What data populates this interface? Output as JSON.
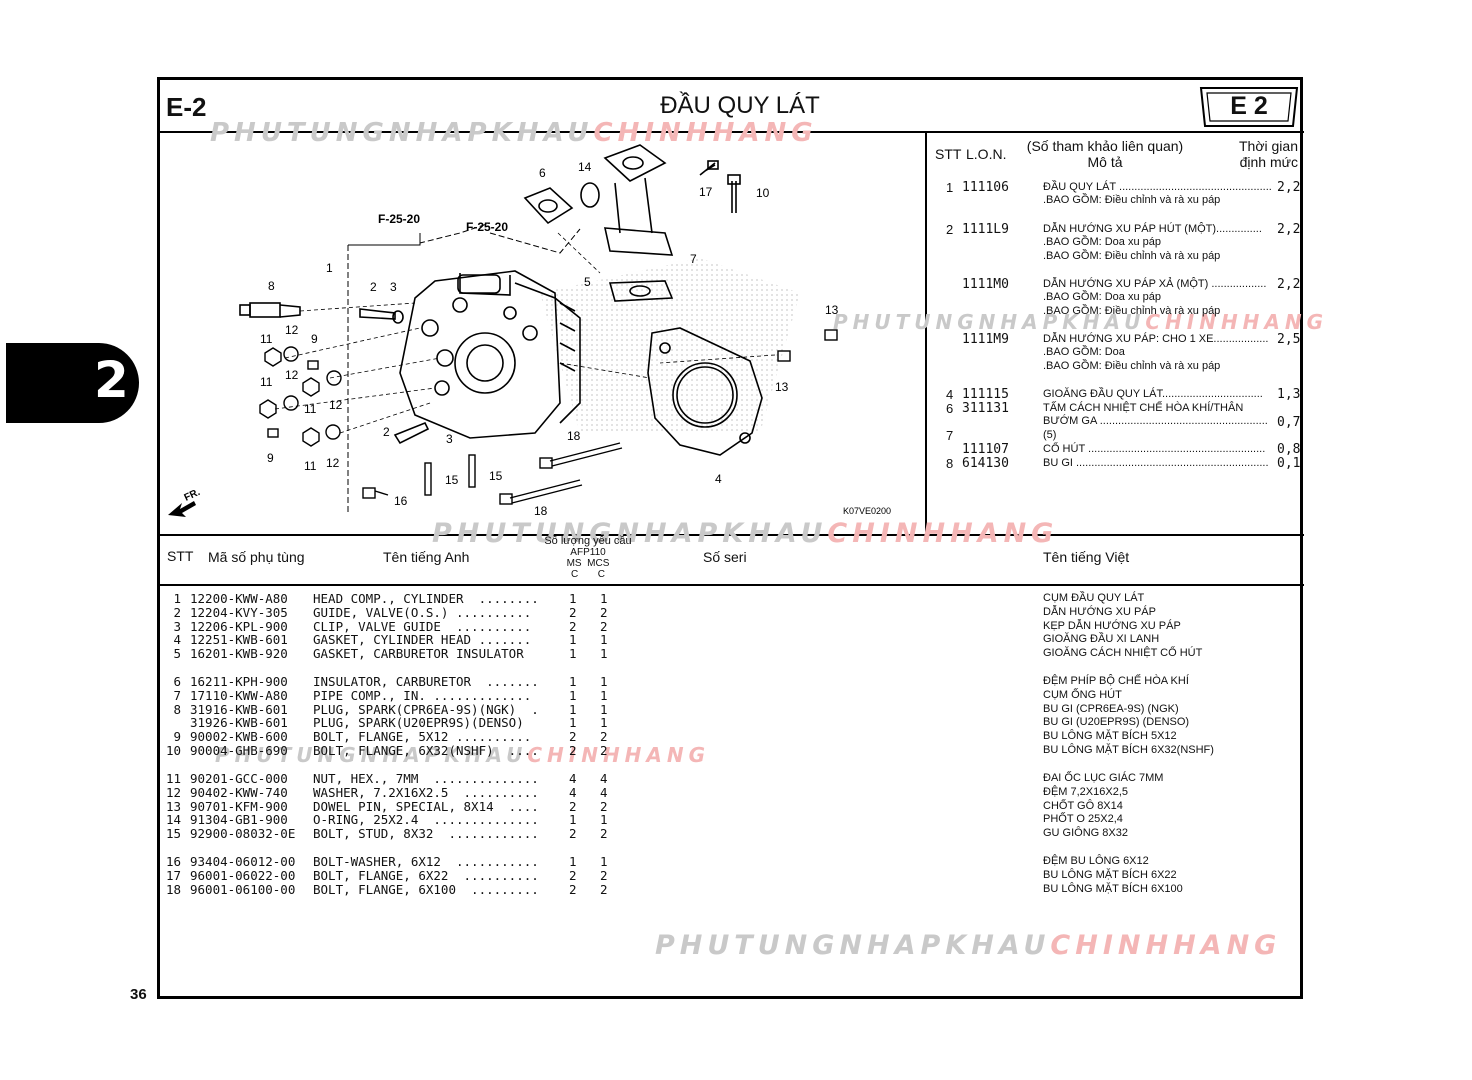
{
  "page": {
    "code": "E-2",
    "title": "ĐẦU QUY LÁT",
    "badge": "E 2",
    "section_tab": "2",
    "page_number": "36",
    "diagram_code": "K07VE0200",
    "watermark": {
      "part1": "PHUTUNGNHAPKHAU",
      "part2": "CHINHHANG"
    }
  },
  "diagram": {
    "refs": [
      "F-25-20",
      "F-25-20"
    ],
    "fr_label": "FR.",
    "callouts": [
      "1",
      "2",
      "3",
      "2",
      "3",
      "4",
      "5",
      "6",
      "7",
      "8",
      "9",
      "9",
      "10",
      "11",
      "11",
      "11",
      "11",
      "12",
      "12",
      "12",
      "12",
      "13",
      "13",
      "14",
      "15",
      "15",
      "16",
      "17",
      "18",
      "18"
    ]
  },
  "lon_table": {
    "headers": {
      "stt": "STT",
      "lon": "L.O.N.",
      "desc1": "(Số tham khảo liên quan)",
      "desc2": "Mô tả",
      "time1": "Thời gian",
      "time2": "định mức"
    },
    "rows": [
      {
        "stt": "1",
        "lon": "111106",
        "lines": [
          "ĐẦU QUY LÁT ..................................................",
          ".BAO GỒM: Điều chỉnh và rà xu páp"
        ],
        "time": "2,2"
      },
      {
        "stt": "2",
        "lon": "1111L9",
        "lines": [
          "DẪN HƯỚNG XU PÁP HÚT (MỘT)...............",
          ".BAO GỒM: Doa xu páp",
          ".BAO GỒM: Điều chỉnh và rà xu páp"
        ],
        "time": "2,2"
      },
      {
        "stt": "",
        "lon": "1111M0",
        "lines": [
          "DẪN HƯỚNG XU PÁP XẢ (MỘT) ..................",
          ".BAO GỒM: Doa  xu páp",
          ".BAO GỒM: Điều chỉnh và rà xu páp"
        ],
        "time": "2,2"
      },
      {
        "stt": "",
        "lon": "1111M9",
        "lines": [
          "DẪN HƯỚNG XU PÁP: CHO 1 XE..................",
          ".BAO GỒM: Doa",
          ".BAO GỒM: Điều chỉnh và rà xu páp"
        ],
        "time": "2,5"
      },
      {
        "stt": "4",
        "lon": "111115",
        "lines": [
          "GIOĂNG ĐẦU QUY LÁT................................."
        ],
        "time": "1,3"
      },
      {
        "stt": "6",
        "lon": "311131",
        "lines": [
          "TẤM CÁCH NHIỆT CHẾ HÒA KHÍ/THÂN",
          "BƯỚM GA  ......................................................."
        ],
        "time": "0,7"
      },
      {
        "stt": "7",
        "lon": "",
        "lines": [
          "(5)"
        ],
        "time": ""
      },
      {
        "stt": "",
        "lon": "111107",
        "lines": [
          "CỔ HÚT .........................................................."
        ],
        "time": "0,8"
      },
      {
        "stt": "8",
        "lon": "614130",
        "lines": [
          "BU GI ..............................................................."
        ],
        "time": "0,1"
      }
    ]
  },
  "parts_table": {
    "headers": {
      "stt": "STT",
      "part_no": "Mã số phụ tùng",
      "name_en": "Tên tiếng Anh",
      "qty_title": "Số lượng yêu cầu",
      "model": "AFP110",
      "ms": "MS",
      "mcs": "MCS",
      "c1": "C",
      "c2": "C",
      "serial": "Số seri",
      "name_vi": "Tên tiếng Việt"
    },
    "groups": [
      [
        {
          "stt": " 1",
          "part": "12200-KWW-A80",
          "en": "HEAD COMP., CYLINDER  ........",
          "ms": "1",
          "mcs": "1",
          "vi": "CỤM ĐẦU QUY LÁT"
        },
        {
          "stt": " 2",
          "part": "12204-KVY-305",
          "en": "GUIDE, VALVE(O.S.) ..........",
          "ms": "2",
          "mcs": "2",
          "vi": "DẪN HƯỚNG XU PÁP"
        },
        {
          "stt": " 3",
          "part": "12206-KPL-900",
          "en": "CLIP, VALVE GUIDE  ..........",
          "ms": "2",
          "mcs": "2",
          "vi": "KẸP DẪN HƯỚNG XU PÁP"
        },
        {
          "stt": " 4",
          "part": "12251-KWB-601",
          "en": "GASKET, CYLINDER HEAD .......",
          "ms": "1",
          "mcs": "1",
          "vi": "GIOĂNG ĐẦU XI LANH"
        },
        {
          "stt": " 5",
          "part": "16201-KWB-920",
          "en": "GASKET, CARBURETOR INSULATOR",
          "ms": "1",
          "mcs": "1",
          "vi": "GIOĂNG CÁCH NHIỆT CỔ HÚT"
        }
      ],
      [
        {
          "stt": " 6",
          "part": "16211-KPH-900",
          "en": "INSULATOR, CARBURETOR  .......",
          "ms": "1",
          "mcs": "1",
          "vi": "ĐỆM PHÍP BỘ CHẾ HÒA KHÍ"
        },
        {
          "stt": " 7",
          "part": "17110-KWW-A80",
          "en": "PIPE COMP., IN. .............",
          "ms": "1",
          "mcs": "1",
          "vi": "CỤM ỐNG HÚT"
        },
        {
          "stt": " 8",
          "part": "31916-KWB-601",
          "en": "PLUG, SPARK(CPR6EA-9S)(NGK)  .",
          "ms": "1",
          "mcs": "1",
          "vi": "BU GI (CPR6EA-9S) (NGK)"
        },
        {
          "stt": "  ",
          "part": "31926-KWB-601",
          "en": "PLUG, SPARK(U20EPR9S)(DENSO)",
          "ms": "1",
          "mcs": "1",
          "vi": "BU GI (U20EPR9S) (DENSO)"
        },
        {
          "stt": " 9",
          "part": "90002-KWB-600",
          "en": "BOLT, FLANGE, 5X12 ..........",
          "ms": "2",
          "mcs": "2",
          "vi": "BU LÔNG MẶT BÍCH 5X12"
        },
        {
          "stt": "10",
          "part": "90004-GHB-690",
          "en": "BOLT, FLANGE, 6X32(NSHF)  ....",
          "ms": "2",
          "mcs": "2",
          "vi": "BU LÔNG MẶT BÍCH 6X32(NSHF)"
        }
      ],
      [
        {
          "stt": "11",
          "part": "90201-GCC-000",
          "en": "NUT, HEX., 7MM  ..............",
          "ms": "4",
          "mcs": "4",
          "vi": "ĐAI ỐC LỤC GIÁC 7MM"
        },
        {
          "stt": "12",
          "part": "90402-KWW-740",
          "en": "WASHER, 7.2X16X2.5  ..........",
          "ms": "4",
          "mcs": "4",
          "vi": "ĐỆM 7,2X16X2,5"
        },
        {
          "stt": "13",
          "part": "90701-KFM-900",
          "en": "DOWEL PIN, SPECIAL, 8X14  ....",
          "ms": "2",
          "mcs": "2",
          "vi": "CHỐT GÔ 8X14"
        },
        {
          "stt": "14",
          "part": "91304-GB1-900",
          "en": "O-RING, 25X2.4  ..............",
          "ms": "1",
          "mcs": "1",
          "vi": "PHỐT O 25X2,4"
        },
        {
          "stt": "15",
          "part": "92900-08032-0E",
          "en": "BOLT, STUD, 8X32  ............",
          "ms": "2",
          "mcs": "2",
          "vi": "GU GIÔNG 8X32"
        }
      ],
      [
        {
          "stt": "16",
          "part": "93404-06012-00",
          "en": "BOLT-WASHER, 6X12  ...........",
          "ms": "1",
          "mcs": "1",
          "vi": "ĐỆM BU LÔNG 6X12"
        },
        {
          "stt": "17",
          "part": "96001-06022-00",
          "en": "BOLT, FLANGE, 6X22  ..........",
          "ms": "2",
          "mcs": "2",
          "vi": "BU LÔNG MẶT BÍCH 6X22"
        },
        {
          "stt": "18",
          "part": "96001-06100-00",
          "en": "BOLT, FLANGE, 6X100  .........",
          "ms": "2",
          "mcs": "2",
          "vi": "BU LÔNG MẶT BÍCH 6X100"
        }
      ]
    ]
  }
}
